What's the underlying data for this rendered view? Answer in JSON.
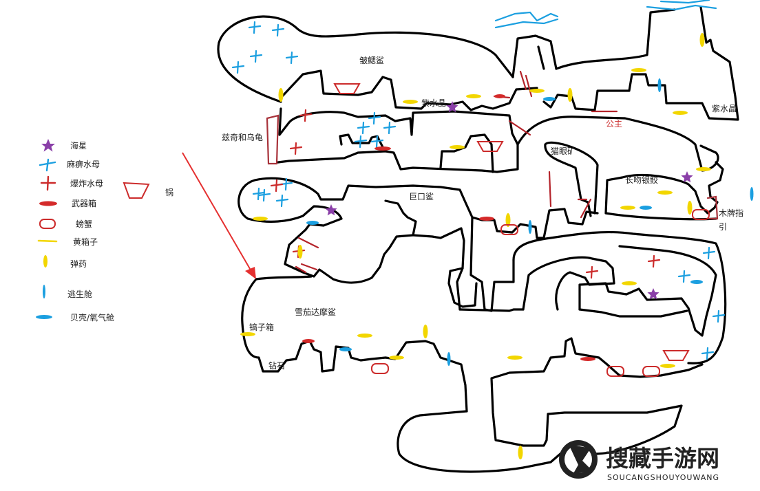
{
  "colors": {
    "wall": "#000000",
    "starfish": "#8a3fa8",
    "jellyfish_blue": "#1b9fe0",
    "jellyfish_red": "#cc2b2b",
    "weapon_box": "#d42a2a",
    "crab": "#cc2b2b",
    "yellow_box": "#f2d600",
    "ammo": "#f2d600",
    "pod": "#1b9fe0",
    "shell": "#1b9fe0",
    "pot": "#cc2b2b",
    "water": "#1b9fe0",
    "arrow": "#e53030",
    "door": "#a8323a",
    "princess_label": "#cc2b2b",
    "watermark": "#222222"
  },
  "legend": [
    {
      "icon": "starfish-icon",
      "label": "海星"
    },
    {
      "icon": "blue-jellyfish-icon",
      "label": "麻痹水母"
    },
    {
      "icon": "red-jellyfish-icon",
      "label": "爆炸水母"
    },
    {
      "icon": "weapon-box-icon",
      "label": "武器箱"
    },
    {
      "icon": "crab-icon",
      "label": "螃蟹"
    },
    {
      "icon": "yellow-box-icon",
      "label": "黄箱子"
    },
    {
      "icon": "ammo-icon",
      "label": "弹药"
    },
    {
      "icon": "escape-pod-icon",
      "label": "逃生舱"
    },
    {
      "icon": "shell-oxygen-icon",
      "label": "贝壳/氧气舱"
    }
  ],
  "legend_extra": {
    "icon": "pot-icon",
    "label": "锅"
  },
  "map_labels": {
    "frill_shark": "皱鳃鲨",
    "purple_crystal_1": "紫水晶",
    "purple_crystal_2": "紫水晶",
    "princess": "公主",
    "zizi_turtle": "兹奇和乌龟",
    "cat_eye": "猫眼矿",
    "long_nose": "长吻银鲛",
    "megamouth": "巨口鲨",
    "wood_sign_1": "木牌指",
    "wood_sign_2": "引",
    "cigar_shark": "雪茄达摩鲨",
    "pickaxe_box": "镐子箱",
    "diamond": "钻石"
  },
  "watermark": {
    "title": "搜藏手游网",
    "subtitle": "SOUCANGSHOUYOUWANG"
  }
}
